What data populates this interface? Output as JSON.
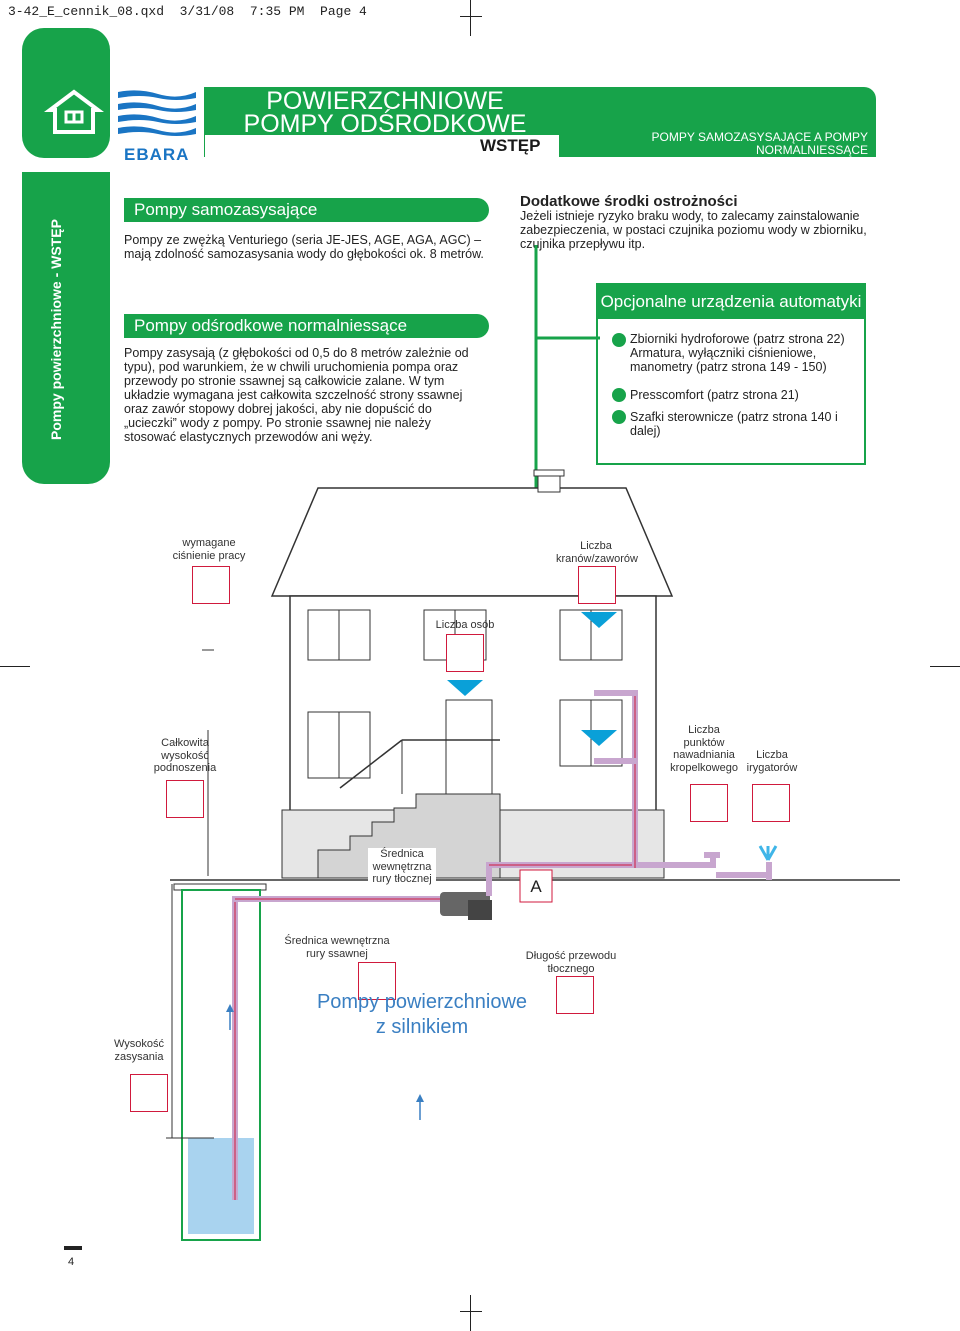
{
  "slug": "3-42_E_cennik_08.qxd  3/31/08  7:35 PM  Page 4",
  "header": {
    "brand": "EBARA",
    "title_line1": "POWIERZCHNIOWE",
    "title_line2": "POMPY ODŚRODKOWE",
    "wstep": "WSTĘP",
    "right_line1": "POMPY SAMOZASYSAJĄCE A POMPY",
    "right_line2": "NORMALNIESSĄCE",
    "home_icon": "house-icon",
    "logo_icon": "ebara-waves-icon"
  },
  "sidebar": {
    "vertical_text": "Pompy powierzchniowe - WSTĘP"
  },
  "section1": {
    "title": "Pompy samozasysające",
    "text": "Pompy ze zwężką Venturiego (seria JE-JES, AGE, AGA, AGC) – mają zdolność samozasysania wody do głębokości ok. 8 metrów."
  },
  "section2": {
    "title": "Pompy odśrodkowe normalniessące",
    "text": "Pompy zasysają (z głębokości od 0,5 do 8 metrów zależnie od typu), pod warunkiem, że w chwili uruchomienia pompa oraz przewody po stronie ssawnej są całkowicie zalane. W tym układzie wymagana jest całkowita szczelność strony ssawnej oraz zawór stopowy dobrej jakości, aby nie dopuścić do „ucieczki” wody z pompy. Po stronie ssawnej nie należy stosować elastycznych przewodów ani węży."
  },
  "precautions": {
    "title": "Dodatkowe środki ostrożności",
    "text": "Jeżeli istnieje ryzyko braku wody, to zalecamy zainstalowanie zabezpieczenia, w postaci czujnika poziomu wody w zbiorniku, czujnika przepływu itp."
  },
  "options": {
    "title": "Opcjonalne urządzenia automatyki",
    "items": [
      "Zbiorniki hydroforowe (patrz strona 22) Armatura, wyłączniki ciśnieniowe, manometry (patrz strona 149 - 150)",
      "Presscomfort (patrz strona 21)",
      "Szafki sterownicze (patrz strona 140 i dalej)"
    ]
  },
  "diagram": {
    "labels": {
      "pressure": "wymagane ciśnienie pracy",
      "taps": "Liczba kranów/zaworów",
      "persons": "Liczba osób",
      "total_height": "Całkowita wysokość podnoszenia",
      "drip_points": "Liczba punktów nawadniania kropelkowego",
      "irrigators": "Liczba irygatorów",
      "inner_diameter_discharge": "Średnica wewnętrzna rury tłocznej",
      "marker_a": "A",
      "inner_diameter_suction": "Średnica wewnętrzna rury ssawnej",
      "discharge_length": "Długość przewodu tłocznego",
      "suction_height": "Wysokość zasysania"
    },
    "pump_label_line1": "Pompy powierzchniowe",
    "pump_label_line2": "z silnikiem"
  },
  "page_number": "4",
  "colors": {
    "green": "#17a34a",
    "blue": "#0aa0d8",
    "pipe_red": "#d01a3d",
    "pipe": "#c8a6cf"
  }
}
